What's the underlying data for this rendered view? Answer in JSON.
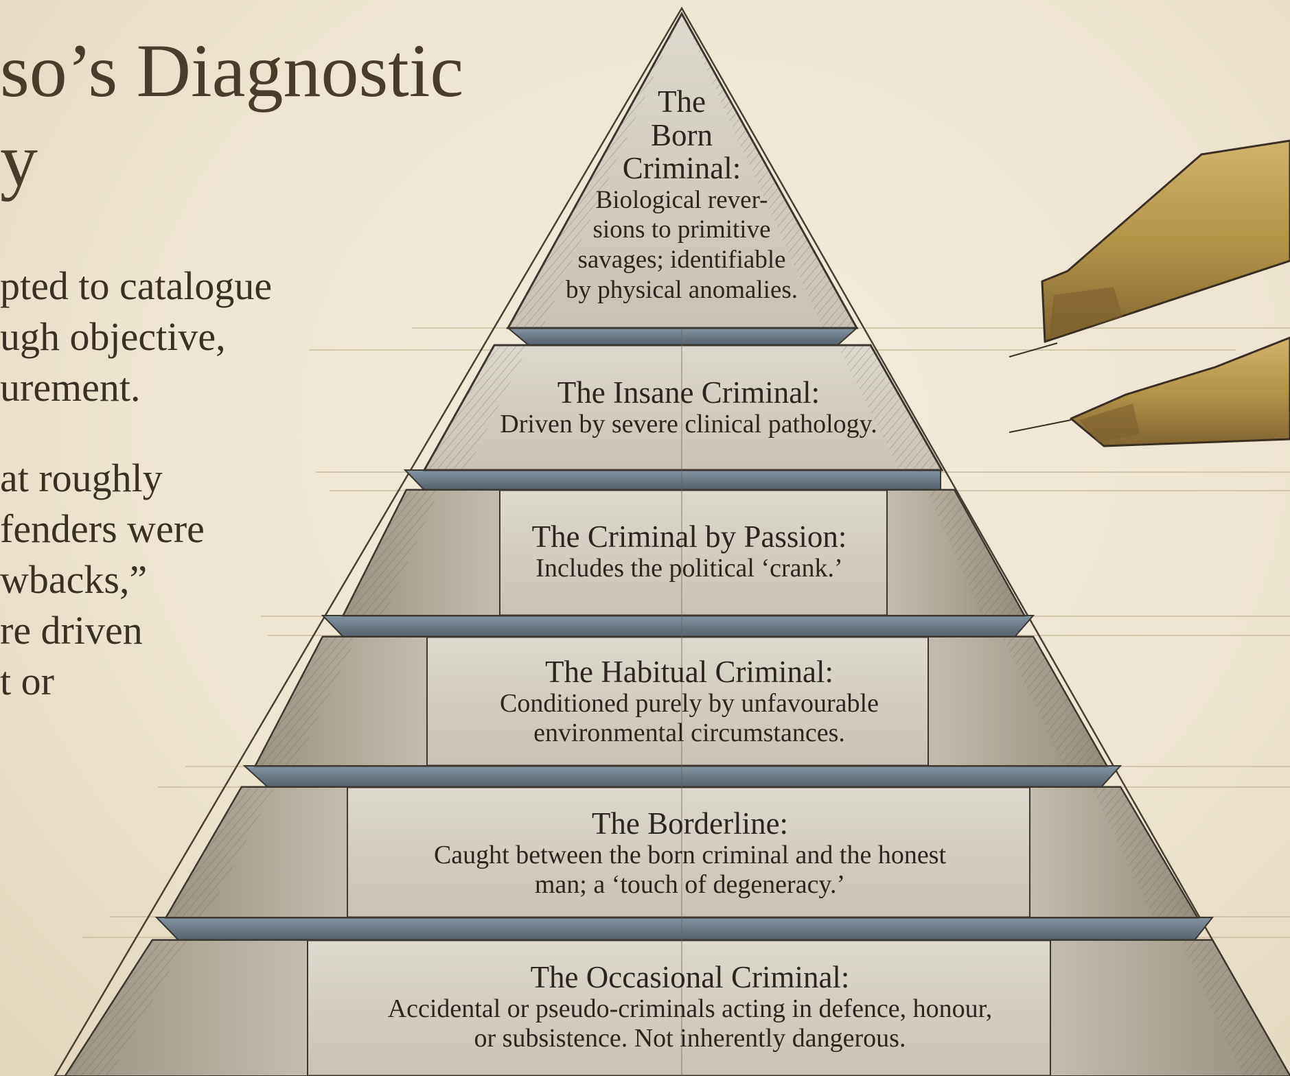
{
  "heading": {
    "line1": "so’s Diagnostic",
    "line2": "y"
  },
  "intro": {
    "p1": [
      "pted to catalogue",
      "ugh objective,",
      "urement."
    ],
    "p2": [
      "at roughly",
      "fenders were",
      "wbacks,”",
      "re driven",
      "t or"
    ]
  },
  "pyramid": {
    "apex": {
      "title": [
        "The",
        "Born",
        "Criminal:"
      ],
      "desc": [
        "Biological rever-",
        "sions to primitive",
        "savages; identifiable",
        "by physical anomalies."
      ]
    },
    "tiers": [
      {
        "title": "The Insane Criminal:",
        "desc": [
          "Driven by severe clinical pathology."
        ]
      },
      {
        "title": "The Criminal by Passion:",
        "desc": [
          "Includes the political ‘crank.’"
        ]
      },
      {
        "title": "The Habitual Criminal:",
        "desc": [
          "Conditioned purely by unfavourable",
          "environmental circumstances."
        ]
      },
      {
        "title": "The Borderline:",
        "desc": [
          "Caught between the born criminal and the honest",
          "man; a ‘touch of degeneracy.’"
        ]
      },
      {
        "title": "The Occasional Criminal:",
        "desc": [
          "Accidental or pseudo-criminals acting in defence, honour,",
          "or subsistence. Not inherently dangerous."
        ]
      }
    ]
  },
  "colors": {
    "paper": "#efe7d6",
    "stone": "#d5cfc2",
    "stone_shadow": "#a69d8d",
    "ledge": "#6b7d8b",
    "ink": "#2d2620",
    "brass": "#b09248"
  },
  "icons": [
    "caliper-icon"
  ]
}
